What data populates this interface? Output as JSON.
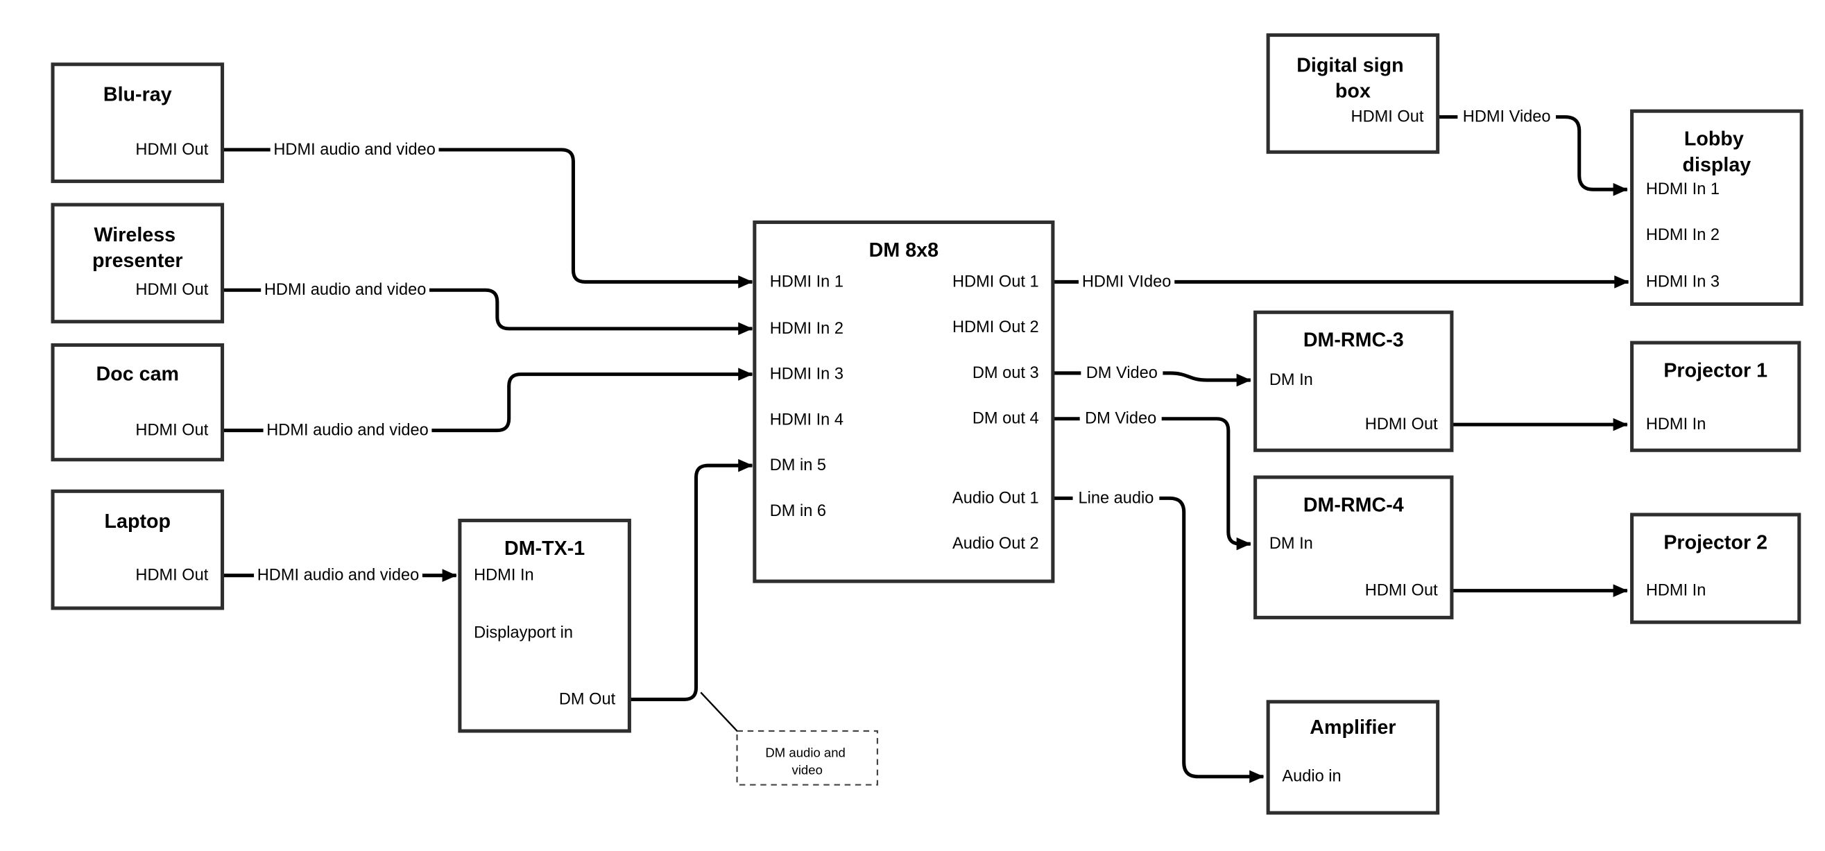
{
  "diagram": {
    "nodes": {
      "bluray": {
        "title": "Blu-ray",
        "port_out": "HDMI Out"
      },
      "wireless_presenter": {
        "title_line1": "Wireless",
        "title_line2": "presenter",
        "port_out": "HDMI Out"
      },
      "doc_cam": {
        "title": "Doc cam",
        "port_out": "HDMI Out"
      },
      "laptop": {
        "title": "Laptop",
        "port_out": "HDMI Out"
      },
      "dm_tx_1": {
        "title": "DM-TX-1",
        "port_hdmi_in": "HDMI In",
        "port_displayport_in": "Displayport in",
        "port_dm_out": "DM Out"
      },
      "dm_8x8": {
        "title": "DM 8x8",
        "inputs": [
          "HDMI In 1",
          "HDMI In 2",
          "HDMI In 3",
          "HDMI In 4",
          "DM in 5",
          "DM in 6"
        ],
        "outputs": [
          "HDMI Out 1",
          "HDMI Out 2",
          "DM out 3",
          "DM out 4",
          "Audio Out 1",
          "Audio Out 2"
        ]
      },
      "digital_sign_box": {
        "title_line1": "Digital sign",
        "title_line2": "box",
        "port_out": "HDMI Out"
      },
      "lobby_display": {
        "title_line1": "Lobby",
        "title_line2": "display",
        "ports": [
          "HDMI In 1",
          "HDMI In 2",
          "HDMI In 3"
        ]
      },
      "dm_rmc_3": {
        "title": "DM-RMC-3",
        "port_in": "DM In",
        "port_out": "HDMI Out"
      },
      "projector_1": {
        "title": "Projector 1",
        "port_in": "HDMI In"
      },
      "dm_rmc_4": {
        "title": "DM-RMC-4",
        "port_in": "DM In",
        "port_out": "HDMI Out"
      },
      "projector_2": {
        "title": "Projector 2",
        "port_in": "HDMI In"
      },
      "amplifier": {
        "title": "Amplifier",
        "port_in": "Audio in"
      }
    },
    "connection_labels": {
      "bluray_to_dm8x8": "HDMI audio and video",
      "wireless_to_dm8x8": "HDMI audio and video",
      "doccam_to_dm8x8": "HDMI audio and video",
      "laptop_to_dmtx1": "HDMI audio and video",
      "hdmi_out1_to_lobby": "HDMI VIdeo",
      "dm_out3_to_rmc3": "DM Video",
      "dm_out4_to_rmc4": "DM Video",
      "audio_out1_to_amplifier": "Line audio",
      "digitalsign_to_lobby": "HDMI Video"
    },
    "annotation": {
      "line1": "DM audio and",
      "line2": "video"
    },
    "colors": {
      "box_border": "#2e2e2e",
      "connector": "#000000",
      "text": "#000000",
      "background": "#ffffff"
    }
  }
}
